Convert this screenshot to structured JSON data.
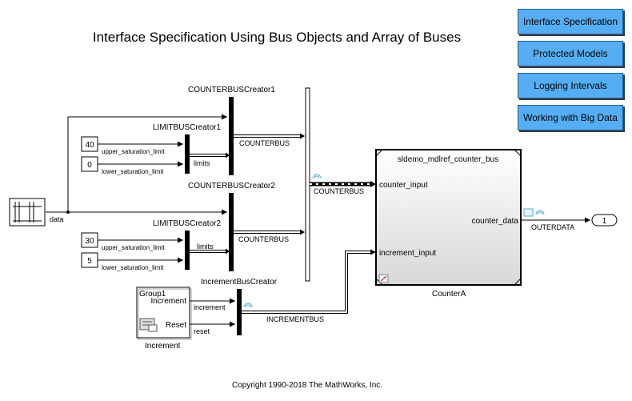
{
  "title": "Interface Specification Using Bus Objects and Array of Buses",
  "copyright": "Copyright 1990-2018 The MathWorks, Inc.",
  "buttons": [
    {
      "label": "Interface Specification"
    },
    {
      "label": "Protected Models"
    },
    {
      "label": "Logging Intervals"
    },
    {
      "label": "Working with Big Data"
    }
  ],
  "blocks": {
    "source_signal": "data",
    "counter_bus_creator_1": "COUNTERBUSCreator1",
    "limit_bus_creator_1": "LIMITBUSCreator1",
    "counter_bus_creator_2": "COUNTERBUSCreator2",
    "limit_bus_creator_2": "LIMITBUSCreator2",
    "increment_bus_creator": "IncrementBusCreator",
    "const_upper_1": "40",
    "const_lower_1": "0",
    "const_upper_2": "30",
    "const_lower_2": "5",
    "increment_block": "Increment",
    "group_label": "Group1",
    "group_port_increment": "Increment",
    "group_port_reset": "Reset",
    "model_ref_name": "sldemo_mdlref_counter_bus",
    "model_ref_block": "CounterA",
    "port_counter_input": "counter_input",
    "port_increment_input": "increment_input",
    "port_counter_data": "counter_data",
    "outport_number": "1"
  },
  "signals": {
    "upper_saturation_limit": "upper_saturation_limit",
    "lower_saturation_limit": "lower_saturation_limit",
    "limits": "limits",
    "counterbus": "COUNTERBUS",
    "increment": "increment",
    "reset": "reset",
    "incrementbus": "INCREMENTBUS",
    "outerdata": "OUTERDATA"
  }
}
